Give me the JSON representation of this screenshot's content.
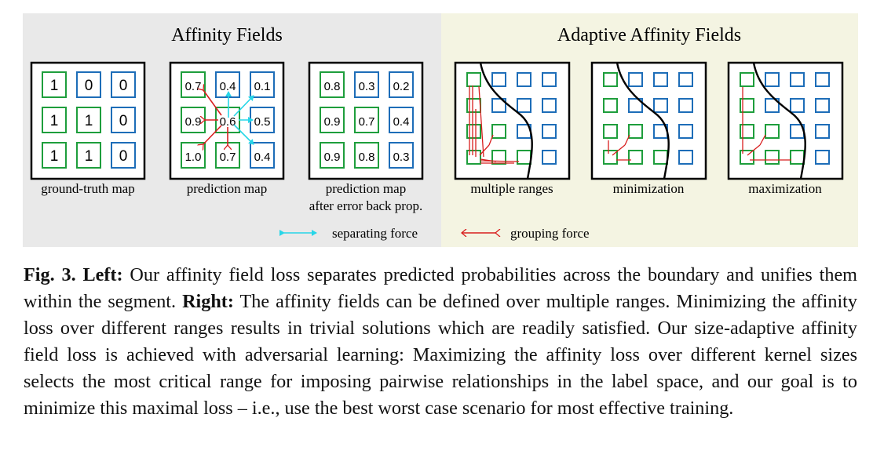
{
  "left_panel": {
    "title": "Affinity Fields",
    "maps": [
      {
        "label_lines": [
          "ground-truth map"
        ],
        "values": [
          "1",
          "0",
          "0",
          "1",
          "1",
          "0",
          "1",
          "1",
          "0"
        ]
      },
      {
        "label_lines": [
          "prediction map"
        ],
        "values": [
          "0.7",
          "0.4",
          "0.1",
          "0.9",
          "0.6",
          "0.5",
          "1.0",
          "0.7",
          "0.4"
        ]
      },
      {
        "label_lines": [
          "prediction map",
          "after error back prop."
        ],
        "values": [
          "0.8",
          "0.3",
          "0.2",
          "0.9",
          "0.7",
          "0.4",
          "0.9",
          "0.8",
          "0.3"
        ]
      }
    ]
  },
  "right_panel": {
    "title": "Adaptive Affinity Fields",
    "maps": [
      {
        "label": "multiple ranges"
      },
      {
        "label": "minimization"
      },
      {
        "label": "maximization"
      }
    ]
  },
  "legend": {
    "separating": "separating force",
    "grouping": "grouping force"
  },
  "colors": {
    "left_bg": "#e9e9e9",
    "right_bg": "#f4f4e2",
    "green": "#1e9e3c",
    "blue": "#1d6db8",
    "red": "#d81e1e",
    "cyan": "#27d6e8"
  },
  "class_layout": [
    [
      "g",
      "b",
      "b"
    ],
    [
      "g",
      "g",
      "b"
    ],
    [
      "g",
      "g",
      "b"
    ]
  ],
  "caption": {
    "label": "Fig. 3.",
    "left_label": "Left:",
    "left_text": " Our affinity field loss separates predicted probabilities across the boundary and unifies them within the segment. ",
    "right_label": "Right:",
    "right_text": " The affinity fields can be defined over multiple ranges. Minimizing the affinity loss over different ranges results in trivial solutions which are readily satisfied. Our size-adaptive affinity field loss is achieved with adversarial learning: Maximizing the affinity loss over different kernel sizes selects the most critical range for imposing pairwise relationships in the label space, and our goal is to minimize this maximal loss – i.e., use the best worst case scenario for most effective training."
  }
}
